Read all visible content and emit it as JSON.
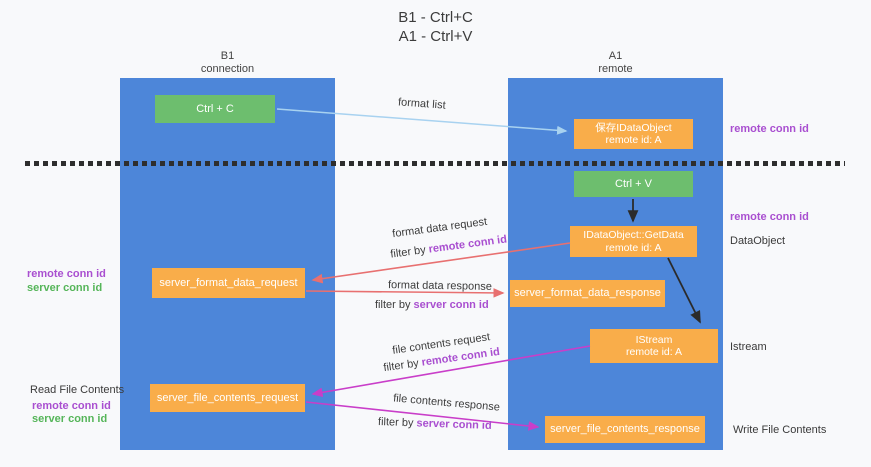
{
  "title": {
    "line1": "B1 - Ctrl+C",
    "line2": "A1 - Ctrl+V"
  },
  "columns": {
    "left": {
      "title": "B1",
      "subtitle": "connection"
    },
    "right": {
      "title": "A1",
      "subtitle": "remote"
    }
  },
  "nodes": {
    "ctrl_c": {
      "label": "Ctrl + C"
    },
    "ctrl_v": {
      "label": "Ctrl + V"
    },
    "save_dataobject": {
      "line1": "保存IDataObject",
      "line2": "remote id: A"
    },
    "getdata": {
      "line1": "IDataObject::GetData",
      "line2": "remote id: A"
    },
    "istream": {
      "line1": "IStream",
      "line2": "remote id: A"
    },
    "format_request": {
      "label": "server_format_data_request"
    },
    "format_response": {
      "label": "server_format_data_response"
    },
    "file_request": {
      "label": "server_file_contents_request"
    },
    "file_response": {
      "label": "server_file_contents_response"
    }
  },
  "arrow_labels": {
    "format_list": "format list",
    "format_data_request": "format data request",
    "format_data_response": "format data response",
    "file_contents_request": "file contents request",
    "file_contents_response": "file contents response",
    "filter_by": "filter by ",
    "remote_conn_id": "remote conn id",
    "server_conn_id": "server conn id"
  },
  "side_labels": {
    "left": {
      "remote_conn_id_mid": "remote conn id",
      "server_conn_id_mid": "server conn id",
      "read_file_contents": "Read File Contents",
      "remote_conn_id_bottom": "remote conn id",
      "server_conn_id_bottom": "server conn id"
    },
    "right": {
      "remote_conn_id_top": "remote conn id",
      "remote_conn_id_mid": "remote conn id",
      "dataobject": "DataObject",
      "istream": "Istream",
      "write_file_contents": "Write File Contents"
    }
  },
  "colors": {
    "column_blue": "#4d86d9",
    "box_green": "#6dbe6e",
    "box_orange": "#f9ad4a",
    "arrow_blue": "#a8d2f0",
    "arrow_red": "#e87070",
    "arrow_magenta": "#c93ec9",
    "arrow_black": "#2b2b2b",
    "text_purple": "#a94fd0",
    "text_green": "#55b559"
  }
}
